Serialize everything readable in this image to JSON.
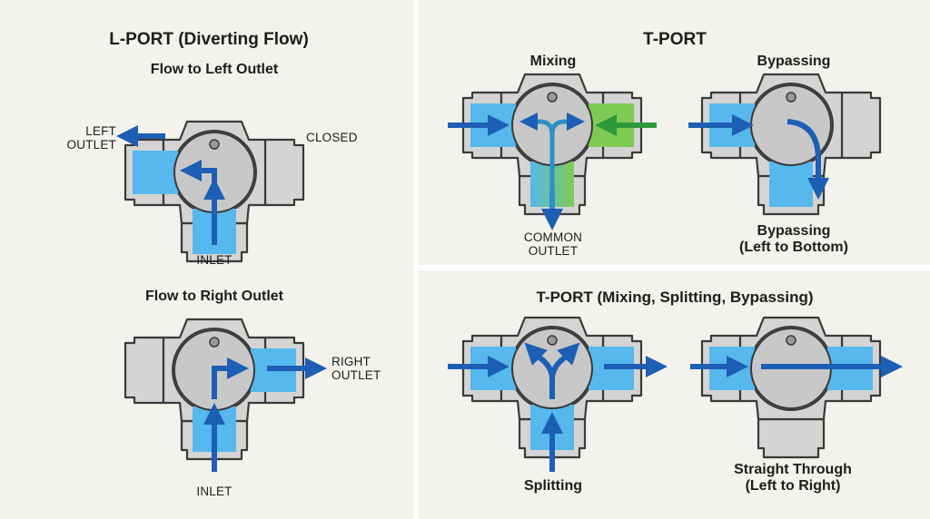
{
  "colors": {
    "panel_bg": "#f4f2ec",
    "divider": "#ffffff",
    "valve_body": "#d4d4d4",
    "valve_outline": "#3a3a3a",
    "ball": "#c8c8c8",
    "flow_fill": "#56b8ec",
    "flow_arrow": "#1d5fb5",
    "flow_fill_green": "#7fca55",
    "flow_arrow_green": "#2c9a3a"
  },
  "lport": {
    "title": "L-PORT",
    "title_suffix": "(Diverting Flow)",
    "left_outlet": {
      "heading": "Flow to Left Outlet",
      "label_outlet_line1": "LEFT",
      "label_outlet_line2": "OUTLET",
      "label_closed": "CLOSED",
      "label_inlet": "INLET"
    },
    "right_outlet": {
      "heading": "Flow to Right Outlet",
      "label_outlet_line1": "RIGHT",
      "label_outlet_line2": "OUTLET",
      "label_inlet": "INLET"
    }
  },
  "tport_top": {
    "title": "T-PORT",
    "mixing": {
      "heading": "Mixing",
      "label_line1": "COMMON",
      "label_line2": "OUTLET"
    },
    "bypassing": {
      "heading": "Bypassing",
      "label_line1": "Bypassing",
      "label_line2": "(Left to Bottom)"
    }
  },
  "tport_bottom": {
    "title": "T-PORT (Mixing, Splitting, Bypassing)",
    "splitting": {
      "label": "Splitting"
    },
    "straight": {
      "label_line1": "Straight Through",
      "label_line2": "(Left to Right)"
    }
  }
}
